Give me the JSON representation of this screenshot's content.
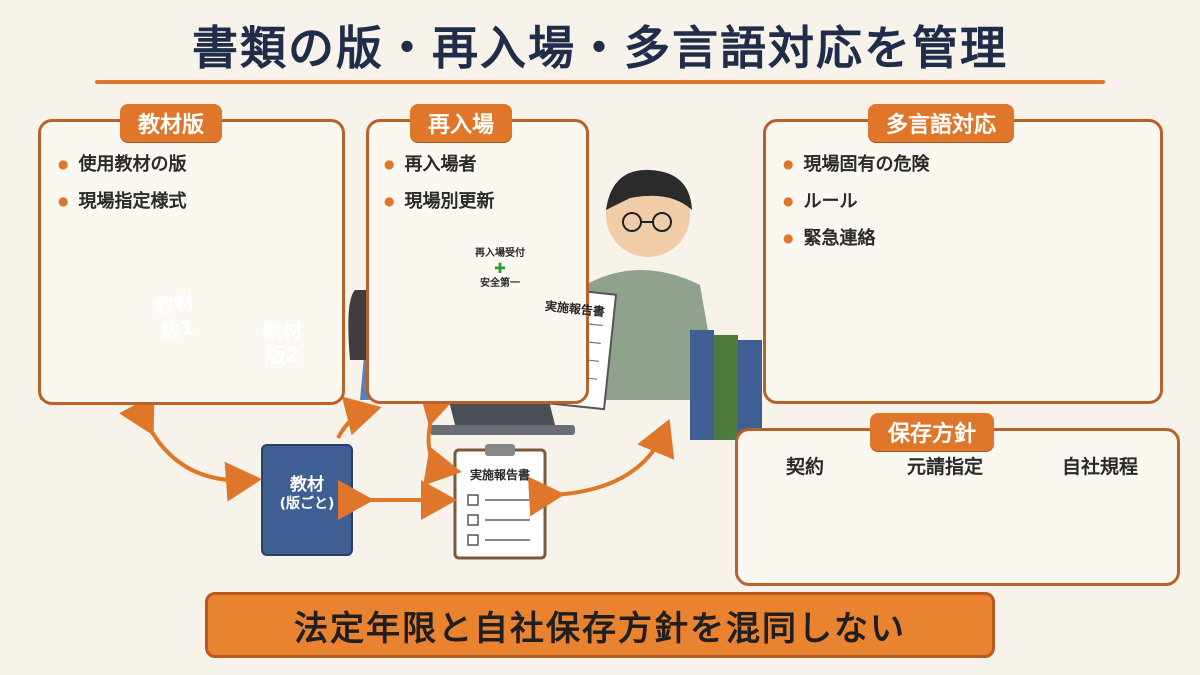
{
  "title": "書類の版・再入場・多言語対応を管理",
  "panels": {
    "textbook": {
      "label": "教材版",
      "bullets": [
        "使用教材の版",
        "現場指定様式"
      ],
      "book1": [
        "教材",
        "版1"
      ],
      "book2": [
        "教材",
        "版2"
      ]
    },
    "reentry": {
      "label": "再入場",
      "bullets": [
        "再入場者",
        "現場別更新"
      ],
      "gate_sign": [
        "再入場受付",
        "安全第一"
      ],
      "report_title": "実施報告書"
    },
    "multilang": {
      "label": "多言語対応",
      "bullets": [
        "現場固有の危険",
        "ルール",
        "緊急連絡"
      ]
    },
    "retention": {
      "label": "保存方針",
      "columns": [
        "契約",
        "元請指定",
        "自社規程"
      ]
    }
  },
  "center": {
    "book": [
      "教材",
      "(版ごと)"
    ],
    "clipboard_title": "実施報告書"
  },
  "banner": "法定年限と自社保存方針を混同しない",
  "colors": {
    "accent": "#e0762a",
    "panel_border": "#b8622a",
    "title": "#1f2d4a",
    "background": "#f7f3ea",
    "book_blue": "#3f5f94",
    "book_green": "#4f7a3e",
    "book_orange": "#c8672a"
  },
  "icons": [
    "warning-icon",
    "checklist-icon",
    "phone-icon",
    "green-cross-icon"
  ]
}
